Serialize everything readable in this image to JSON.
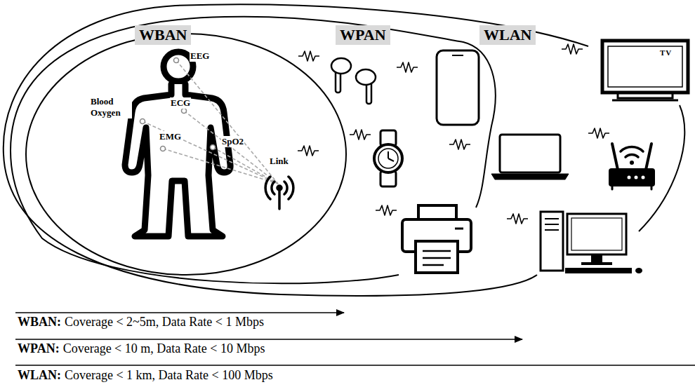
{
  "diagram": {
    "nodes": [
      {
        "text": [
          "WLAN"
        ]
      },
      {
        "text": [
          "WPAN"
        ],
        "in": 0
      },
      {
        "text": [
          "WBAN"
        ],
        "in": 1
      }
    ],
    "labels": [
      "EEG",
      "Blood Oxygen",
      "ECG",
      "EMG",
      "SpO2",
      "Link",
      "TV",
      "WBAN:",
      "Coverage < 2~5m, Data Rate < 1 Mbps",
      "WPAN:",
      "Coverage < 10 m, Data Rate < 10 Mbps",
      "WLAN:",
      "Coverage < 1 km, Data Rate < 100 Mbps"
    ]
  }
}
